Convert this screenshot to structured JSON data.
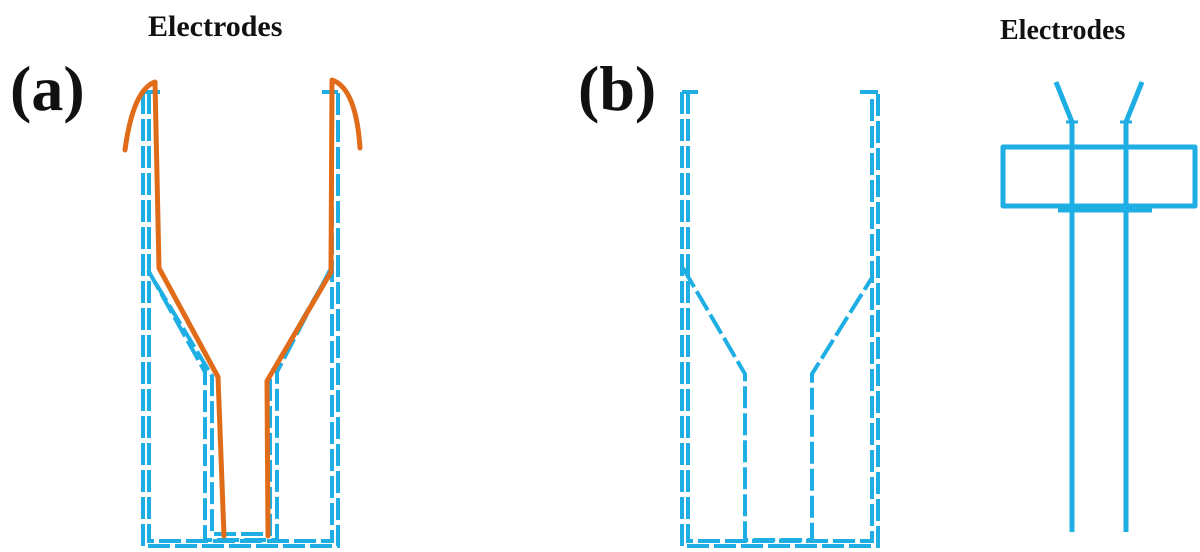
{
  "labels": {
    "electrodes_left": "Electrodes",
    "electrodes_right": "Electrodes",
    "panel_a": "(a)",
    "panel_b": "(b)"
  },
  "colors": {
    "cell_blue": "#1eaee3",
    "electrode_orange": "#e06c1a",
    "text": "#111111",
    "background": "#ffffff"
  }
}
